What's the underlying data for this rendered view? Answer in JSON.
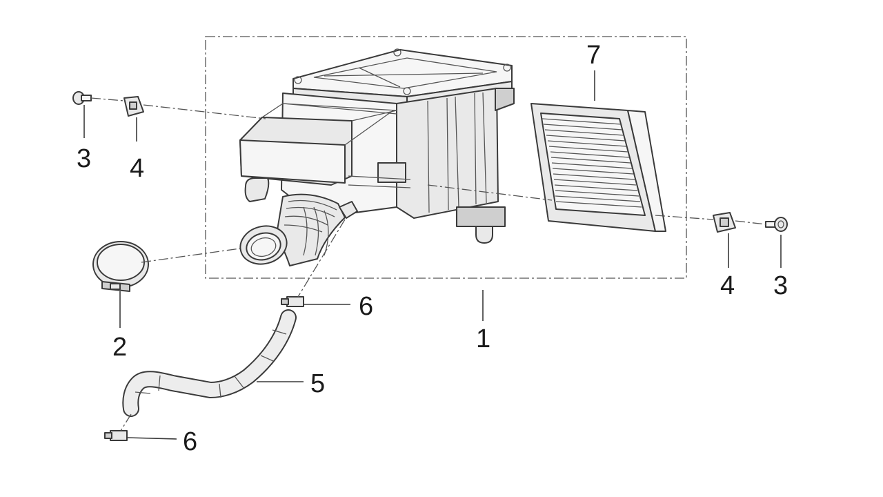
{
  "diagram": {
    "callouts": [
      {
        "id": "c1",
        "label": "1"
      },
      {
        "id": "c2",
        "label": "2"
      },
      {
        "id": "c3a",
        "label": "3"
      },
      {
        "id": "c3b",
        "label": "3"
      },
      {
        "id": "c4a",
        "label": "4"
      },
      {
        "id": "c4b",
        "label": "4"
      },
      {
        "id": "c5",
        "label": "5"
      },
      {
        "id": "c6a",
        "label": "6"
      },
      {
        "id": "c6b",
        "label": "6"
      },
      {
        "id": "c7",
        "label": "7"
      }
    ]
  }
}
